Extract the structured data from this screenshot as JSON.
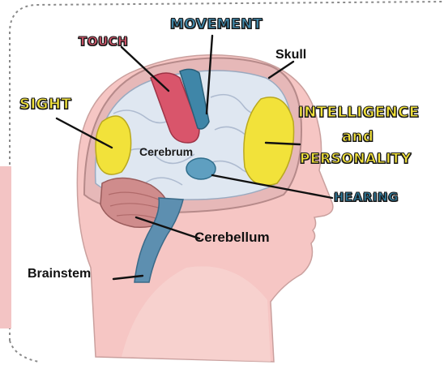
{
  "labels": {
    "touch": "TOUCH",
    "movement": "MOVEMENT",
    "skull": "Skull",
    "sight": "SIGHT",
    "intelligence_line1": "INTELLIGENCE",
    "intelligence_line2": "and",
    "intelligence_line3": "PERSONALITY",
    "cerebrum": "Cerebrum",
    "hearing": "HEARING",
    "cerebellum": "Cerebellum",
    "brainstem": "Brainstem"
  },
  "colors": {
    "touch": "#d9556b",
    "movement": "#3f86a8",
    "sight": "#f2e23a",
    "intelligence": "#f2e23a",
    "hearing": "#2e7a9c",
    "skin": "#f6c6c4",
    "brain": "#dfe7f1",
    "cerebellum": "#cf8c8c",
    "brainstem": "#5d8fb0"
  }
}
